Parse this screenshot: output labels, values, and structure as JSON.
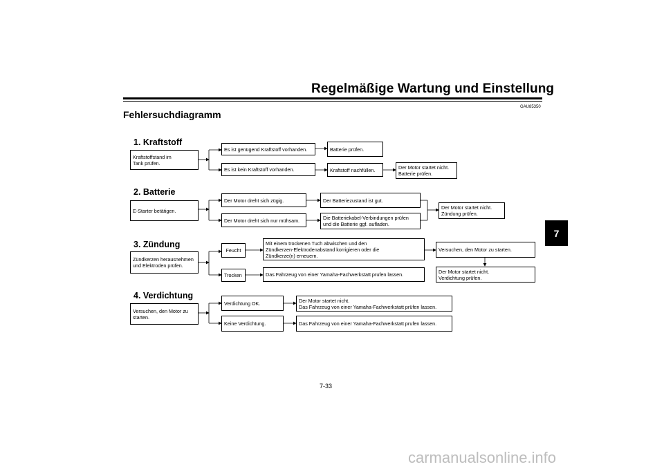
{
  "header": {
    "title": "Regelmäßige Wartung und Einstellung",
    "heading": "Fehlersuchdiagramm",
    "code": "GAU85350"
  },
  "chapter_tab": "7",
  "sections": {
    "s1": {
      "heading": "1. Kraftstoff",
      "start": [
        "Kraftstoffstand im",
        "Tank prüfen."
      ],
      "opt_a": [
        "Es ist genügend Kraftstoff vorhanden."
      ],
      "opt_b": [
        "Es ist kein Kraftstoff vorhanden."
      ],
      "res_a": [
        "Batterie prüfen."
      ],
      "res_b": [
        "Kraftstoff nachfüllen."
      ],
      "res_b2": [
        "Der Motor startet nicht.",
        "Batterie prüfen."
      ]
    },
    "s2": {
      "heading": "2. Batterie",
      "start": [
        "E-Starter betätigen."
      ],
      "opt_a": [
        "Der Motor dreht sich zügig."
      ],
      "opt_b": [
        "Der Motor dreht sich nur mühsam."
      ],
      "res_a": [
        "Der Batteriezustand ist gut."
      ],
      "res_b": [
        "Die Batteriekabel-Verbindungen prüfen",
        "und die Batterie ggf. aufladen."
      ],
      "final": [
        "Der Motor startet nicht.",
        "Zündung prüfen."
      ]
    },
    "s3": {
      "heading": "3. Zündung",
      "start": [
        "Zündkerzen herausnehmen",
        "und Elektroden prüfen."
      ],
      "opt_a": [
        "Feucht"
      ],
      "opt_b": [
        "Trocken"
      ],
      "res_a": [
        "Mit einem trockenen Tuch abwischen und den",
        "Zündkerzen-Elektrodenabstand korrigieren oder die",
        "Zündkerze(n) erneuern."
      ],
      "res_b": [
        "Das Fahrzeug von einer Yamaha-Fachwerkstatt prufen lassen."
      ],
      "res_a2": [
        "Versuchen, den Motor zu starten."
      ],
      "res_a3": [
        "Der Motor startet nicht.",
        "Verdichtung prüfen."
      ]
    },
    "s4": {
      "heading": "4. Verdichtung",
      "start": [
        "Versuchen, den Motor zu",
        "starten."
      ],
      "opt_a": [
        "Verdichtung OK."
      ],
      "opt_b": [
        "Keine Verdichtung."
      ],
      "res_a": [
        "Der Motor startet nicht.",
        "Das Fahrzeug von einer Yamaha-Fachwerkstatt prüfen lassen."
      ],
      "res_b": [
        "Das Fahrzeug von einer Yamaha-Fachwerkstatt prufen lassen."
      ]
    }
  },
  "page_number": "7-33",
  "watermark": "carmanualsonline.info"
}
